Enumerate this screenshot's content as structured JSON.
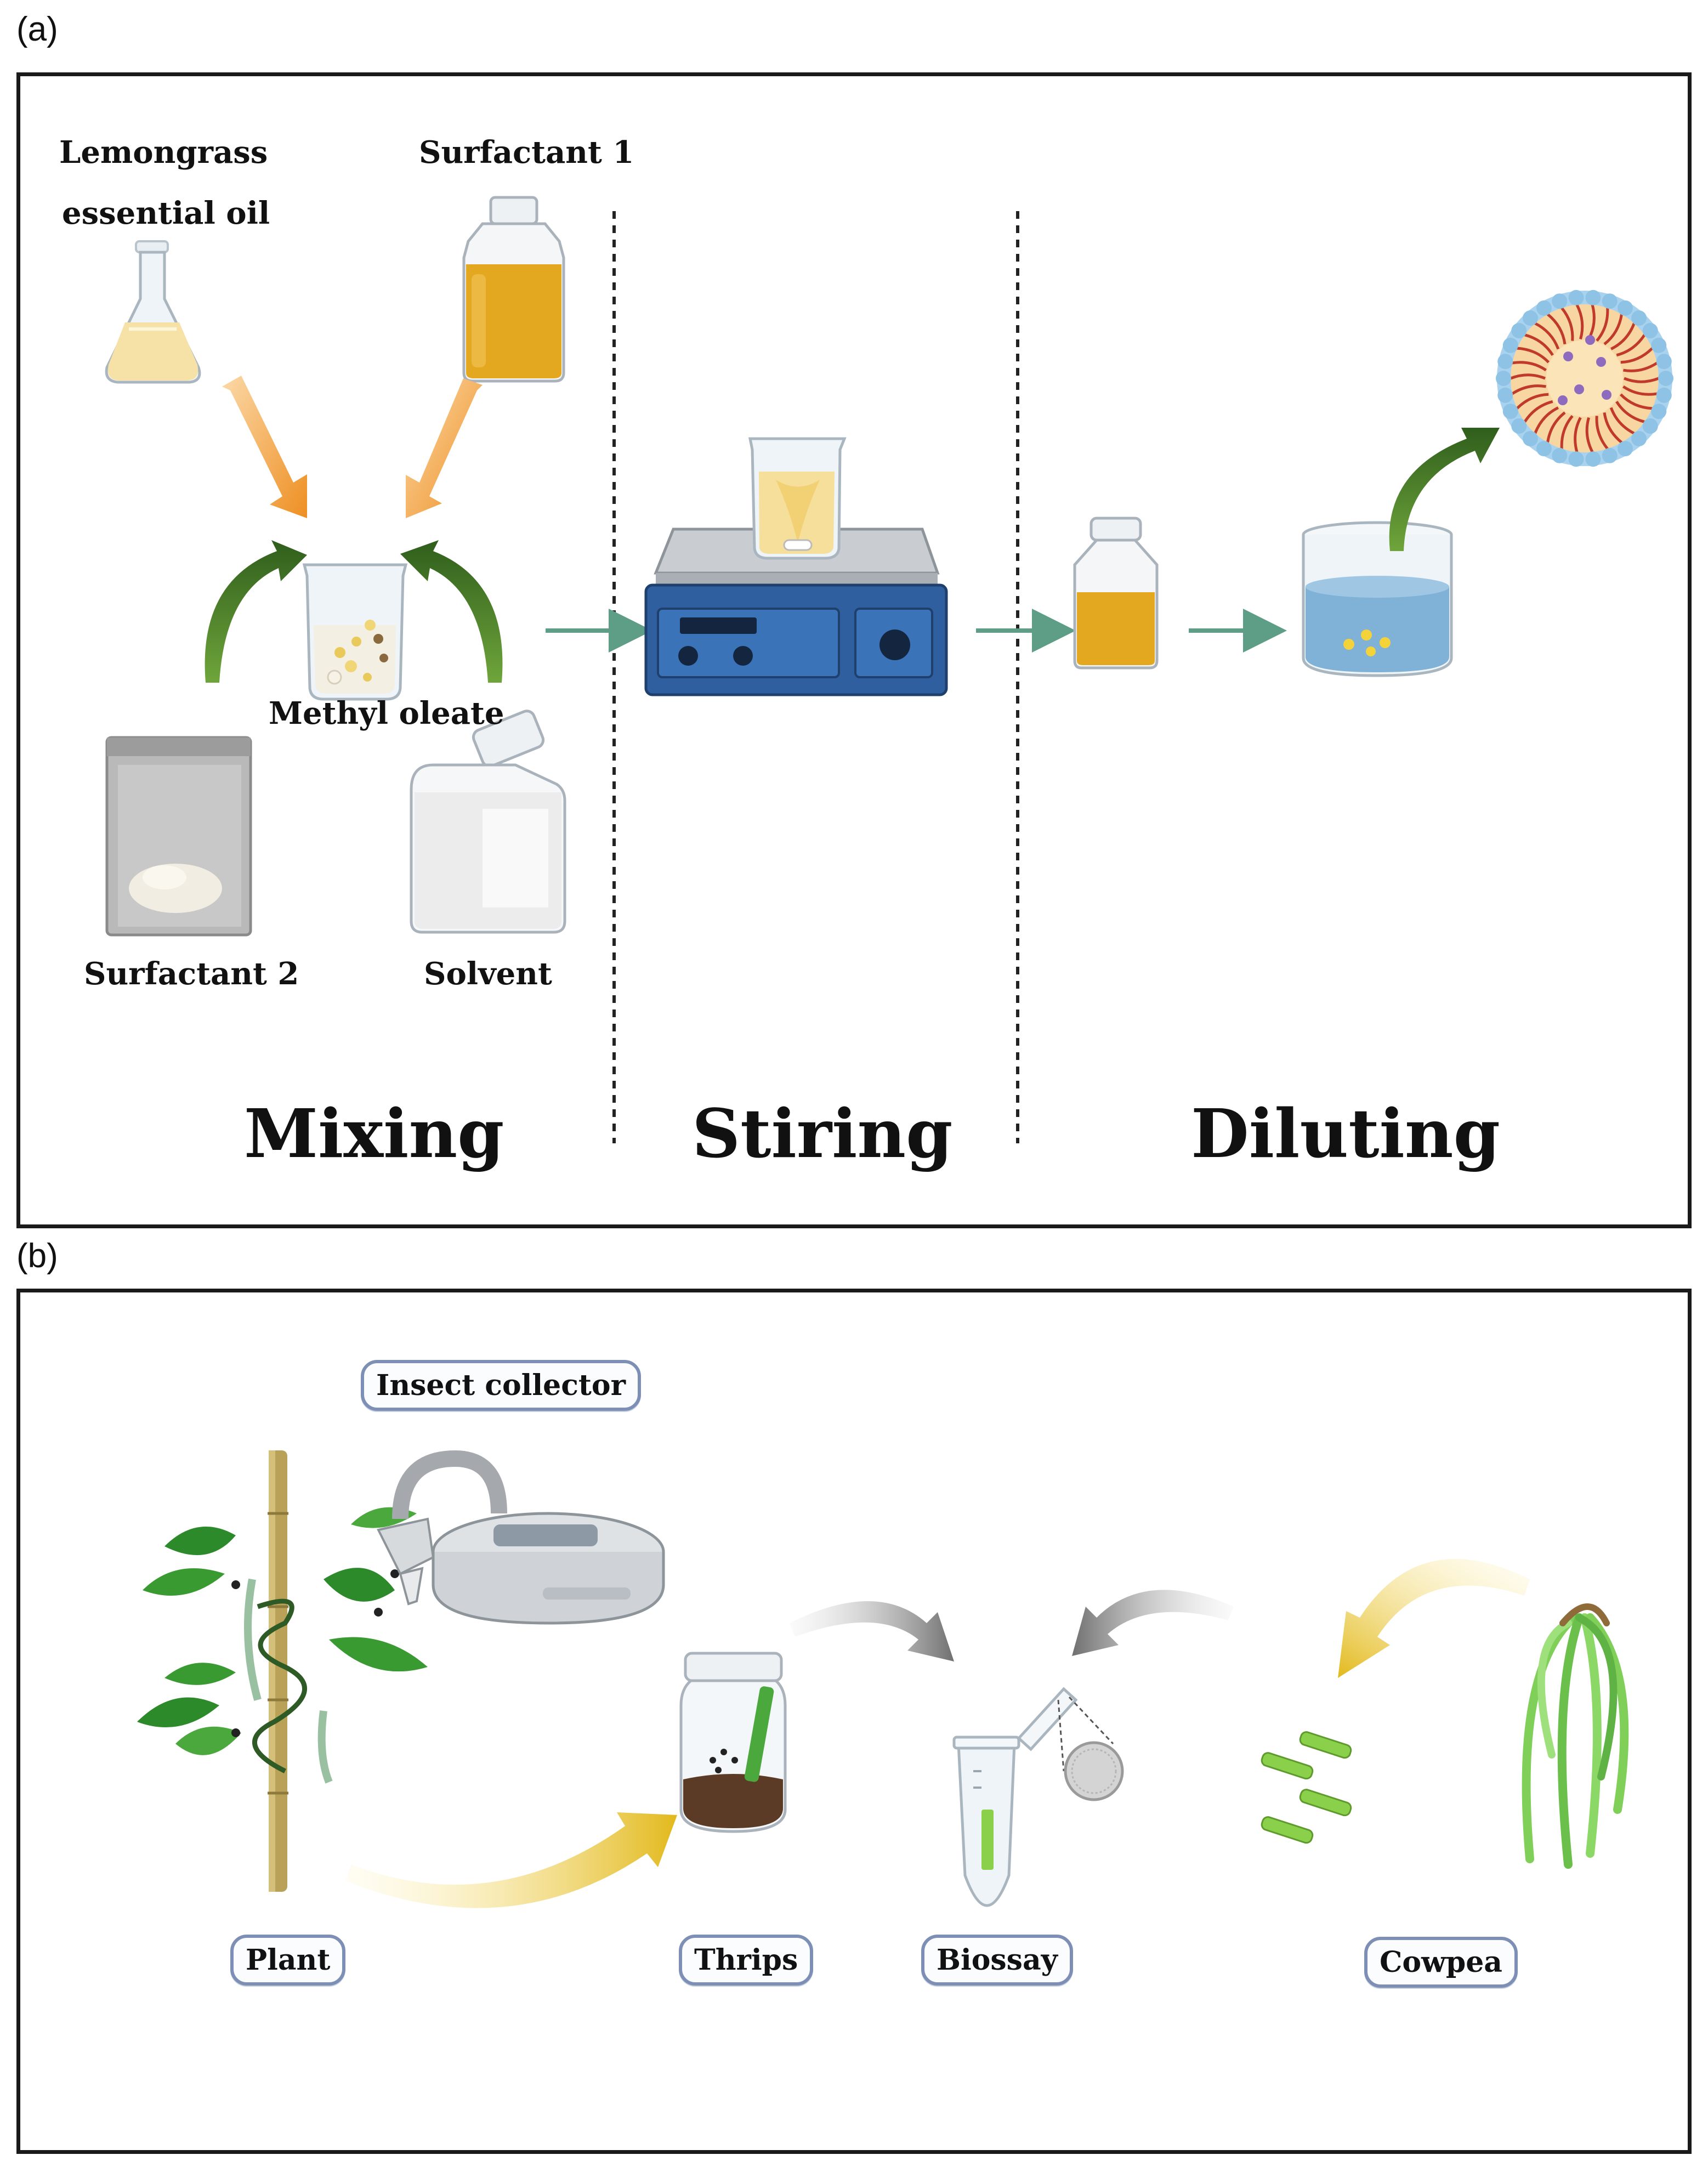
{
  "panel_a": {
    "letter": "(a)",
    "labels": {
      "lemongrass_line1": "Lemongrass",
      "lemongrass_line2": "essential oil",
      "surfactant1": "Surfactant 1",
      "methyl_oleate": "Methyl oleate",
      "surfactant2": "Surfactant 2",
      "solvent": "Solvent"
    },
    "steps": [
      "Mixing",
      "Stiring",
      "Diluting"
    ]
  },
  "panel_b": {
    "letter": "(b)",
    "labels": {
      "insect_collector": "Insect collector",
      "plant": "Plant",
      "thrips": "Thrips",
      "biossay": "Biossay",
      "cowpea": "Cowpea"
    }
  },
  "colors": {
    "orange_arrow": "#ef9a38",
    "green_arrow": "#4e7d2a",
    "teal_arrow": "#5f9e86",
    "yellow_arrow": "#e6c12a",
    "gray_arrow": "#7a7a7a",
    "oil_amber": "#e3a81f",
    "hotplate_blue": "#2f5f9e",
    "water_blue": "#7fb2d6"
  }
}
